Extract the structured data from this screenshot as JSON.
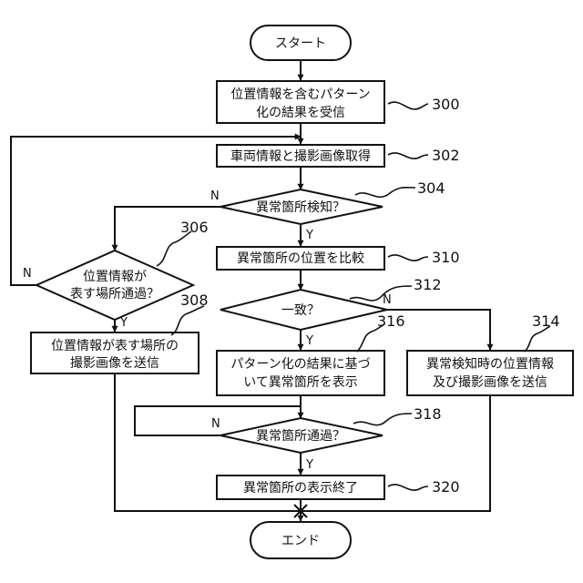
{
  "start": {
    "text": "スタート"
  },
  "end": {
    "text": "エンド"
  },
  "steps": {
    "s300": {
      "lines": [
        "位置情報を含むパターン",
        "化の結果を受信"
      ],
      "ref": "300"
    },
    "s302": {
      "lines": [
        "車両情報と撮影画像取得"
      ],
      "ref": "302"
    },
    "d304": {
      "lines": [
        "異常箇所検知？"
      ],
      "ref": "304"
    },
    "d306": {
      "lines": [
        "位置情報が",
        "表す場所通過？"
      ],
      "ref": "306"
    },
    "s308": {
      "lines": [
        "位置情報が表す場所の",
        "撮影画像を送信"
      ],
      "ref": "308"
    },
    "s310": {
      "lines": [
        "異常箇所の位置を比較"
      ],
      "ref": "310"
    },
    "d312": {
      "lines": [
        "一致？"
      ],
      "ref": "312"
    },
    "s314": {
      "lines": [
        "異常検知時の位置情報",
        "及び撮影画像を送信"
      ],
      "ref": "314"
    },
    "s316": {
      "lines": [
        "パターン化の結果に基づ",
        "いて異常箇所を表示"
      ],
      "ref": "316"
    },
    "d318": {
      "lines": [
        "異常箇所通過？"
      ],
      "ref": "318"
    },
    "s320": {
      "lines": [
        "異常箇所の表示終了"
      ],
      "ref": "320"
    }
  },
  "branch_labels": {
    "yes": "Y",
    "no": "N"
  }
}
